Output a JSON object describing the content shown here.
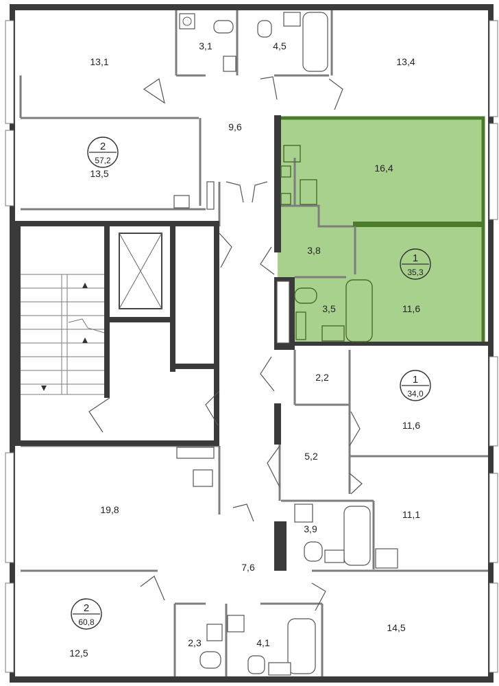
{
  "colors": {
    "highlight": "#a9d18e",
    "highlight_wall": "#4a7a2a",
    "walls": "#3a3a3a"
  },
  "rooms": [
    {
      "id": "r-13-1",
      "label": "13,1"
    },
    {
      "id": "r-3-1",
      "label": "3,1"
    },
    {
      "id": "r-4-5",
      "label": "4,5"
    },
    {
      "id": "r-13-4",
      "label": "13,4"
    },
    {
      "id": "r-9-6",
      "label": "9,6"
    },
    {
      "id": "r-13-5",
      "label": "13,5"
    },
    {
      "id": "r-16-4",
      "label": "16,4"
    },
    {
      "id": "r-3-8",
      "label": "3,8"
    },
    {
      "id": "r-3-5",
      "label": "3,5"
    },
    {
      "id": "r-11-6a",
      "label": "11,6"
    },
    {
      "id": "r-2-2",
      "label": "2,2"
    },
    {
      "id": "r-11-6b",
      "label": "11,6"
    },
    {
      "id": "r-5-2",
      "label": "5,2"
    },
    {
      "id": "r-19-8",
      "label": "19,8"
    },
    {
      "id": "r-3-9",
      "label": "3,9"
    },
    {
      "id": "r-11-1",
      "label": "11,1"
    },
    {
      "id": "r-7-6",
      "label": "7,6"
    },
    {
      "id": "r-12-5",
      "label": "12,5"
    },
    {
      "id": "r-2-3",
      "label": "2,3"
    },
    {
      "id": "r-4-1",
      "label": "4,1"
    },
    {
      "id": "r-14-5",
      "label": "14,5"
    }
  ],
  "apartments": [
    {
      "id": "apt-a",
      "rooms": "2",
      "area": "57,2"
    },
    {
      "id": "apt-b",
      "rooms": "1",
      "area": "35,3"
    },
    {
      "id": "apt-c",
      "rooms": "1",
      "area": "34,0"
    },
    {
      "id": "apt-d",
      "rooms": "2",
      "area": "60,8"
    }
  ]
}
